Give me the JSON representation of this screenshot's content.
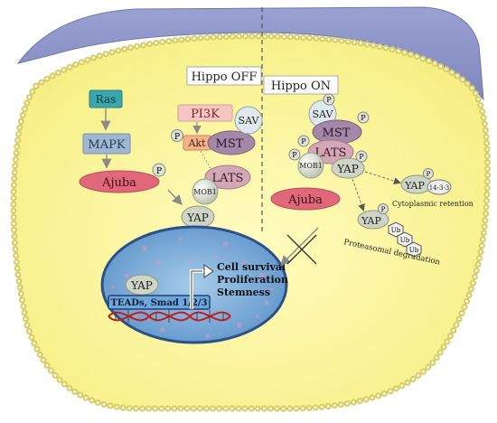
{
  "panels": {
    "off_label": "Hippo OFF",
    "on_label": "Hippo ON"
  },
  "off": {
    "ras": "Ras",
    "mapk": "MAPK",
    "pi3k": "PI3K",
    "akt": "Akt",
    "sav": "SAV",
    "mst": "MST",
    "lats": "LATS",
    "mob1": "MOB1",
    "ajuba": "Ajuba",
    "yap": "YAP"
  },
  "nucleus": {
    "yap": "YAP",
    "teads": "TEADs, Smad 1/2/3",
    "outcome1": "Cell survival",
    "outcome2": "Proliferation",
    "outcome3": "Stemness"
  },
  "on": {
    "sav": "SAV",
    "mst": "MST",
    "lats": "LATS",
    "mob1": "MOB1",
    "yap": "YAP",
    "ajuba": "Ajuba",
    "yap_cyto": "YAP",
    "protein_1433": "14-3-3",
    "cyto_label": "Cytoplasmic retention",
    "yap_ub": "YAP",
    "ub": "Ub",
    "proteasome_label": "Proteasomal degradation"
  },
  "phospho": "P",
  "colors": {
    "cytoplasm": "#fbf59a",
    "membrane_beads": "#d8cf74",
    "outer_cell": "#8a93c6",
    "nucleus": "#6fa7d8",
    "ras": "#3aa6ad",
    "mapk": "#9fb7d1",
    "pi3k": "#f4c7c4",
    "akt": "#f6b38b",
    "mst": "#a488a7",
    "lats": "#d4a7b6",
    "ajuba": "#e0687a",
    "yap": "#cfd5c6"
  }
}
